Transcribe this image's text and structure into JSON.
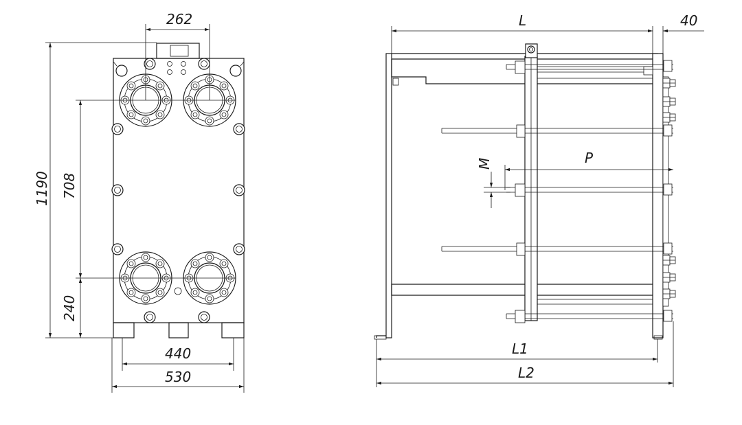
{
  "front_view": {
    "dims": {
      "top_flange_spacing": "262",
      "height_total": "1190",
      "port_spacing_vertical": "708",
      "bottom_port_height": "240",
      "foot_spacing_inner": "440",
      "foot_spacing_outer": "530"
    }
  },
  "side_view": {
    "dims": {
      "length_L": "L",
      "top_right_offset": "40",
      "plate_pitch": "P",
      "bolt_size": "M",
      "length_L1": "L1",
      "length_L2": "L2"
    }
  },
  "colors": {
    "line": "#1a1a1a",
    "background": "#ffffff"
  }
}
